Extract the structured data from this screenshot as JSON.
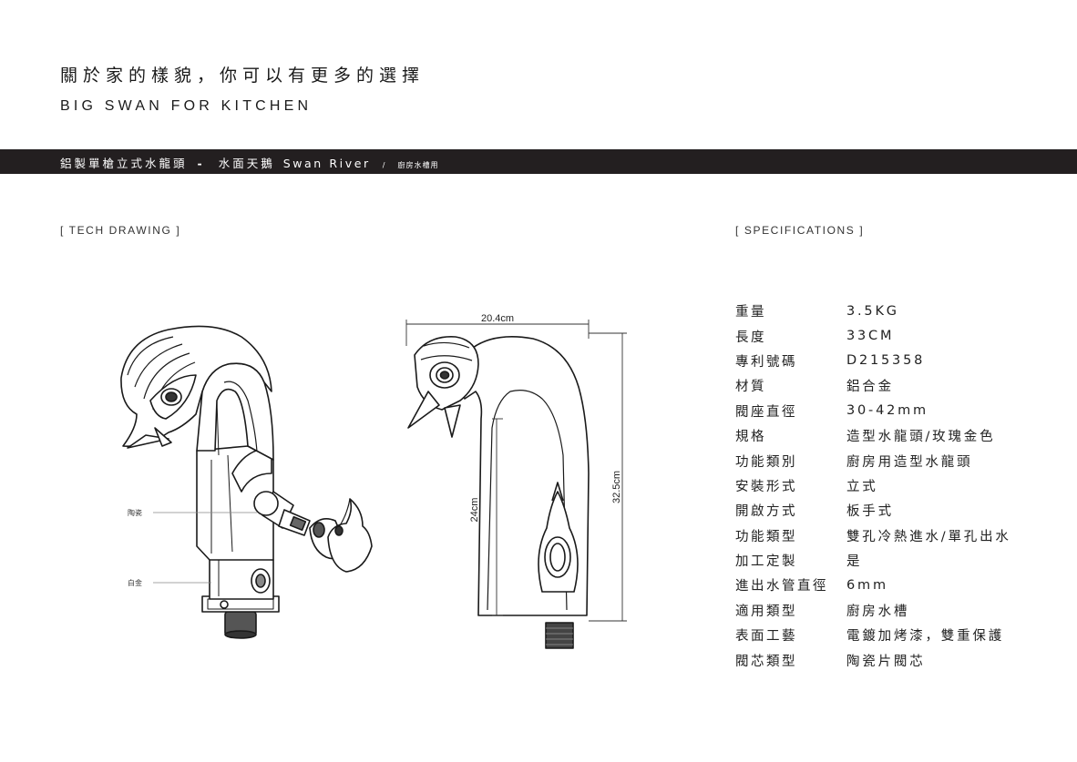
{
  "header": {
    "title_cn": "關於家的樣貌，你可以有更多的選擇",
    "title_en": "BIG SWAN FOR KITCHEN"
  },
  "banner": {
    "product_name": "鋁製單槍立式水龍頭",
    "separator": "-",
    "series_cn": "水面天鵝",
    "series_en": "Swan River",
    "slash": "/",
    "usage": "廚房水槽用"
  },
  "sections": {
    "tech_drawing": "[ TECH DRAWING ]",
    "specifications": "[ SPECIFICATIONS ]"
  },
  "drawing": {
    "callout_ceramic": "陶瓷",
    "callout_platinum": "白金",
    "dim_width": "20.4cm",
    "dim_height_total": "32.5cm",
    "dim_height_spout": "24cm"
  },
  "specs": [
    {
      "key": "重量",
      "value": "3.5KG"
    },
    {
      "key": "長度",
      "value": "33CM"
    },
    {
      "key": "專利號碼",
      "value": "D215358"
    },
    {
      "key": "材質",
      "value": "鋁合金"
    },
    {
      "key": "閥座直徑",
      "value": "30-42mm"
    },
    {
      "key": "規格",
      "value": "造型水龍頭/玫瑰金色"
    },
    {
      "key": "功能類別",
      "value": "廚房用造型水龍頭"
    },
    {
      "key": "安裝形式",
      "value": "立式"
    },
    {
      "key": "開啟方式",
      "value": "板手式"
    },
    {
      "key": "功能類型",
      "value": "雙孔冷熱進水/單孔出水"
    },
    {
      "key": "加工定製",
      "value": "是"
    },
    {
      "key": "進出水管直徑",
      "value": "6mm"
    },
    {
      "key": "適用類型",
      "value": "廚房水槽"
    },
    {
      "key": "表面工藝",
      "value": "電鍍加烤漆，雙重保護"
    },
    {
      "key": "閥芯類型",
      "value": "陶瓷片閥芯"
    }
  ]
}
